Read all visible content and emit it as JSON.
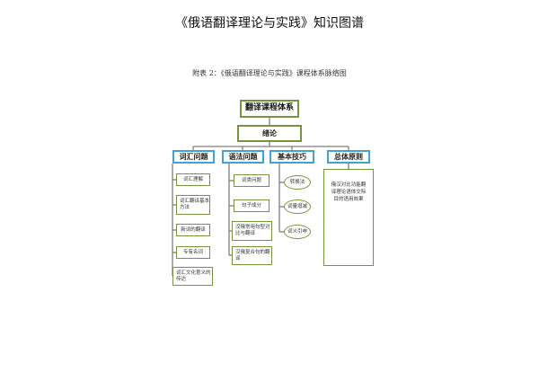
{
  "page": {
    "title": "《俄语翻译理论与实践》知识图谱",
    "caption": "附表 2：《俄语翻译理论与实践》课程体系脉络图"
  },
  "diagram": {
    "root": "翻译课程体系",
    "intro": "绪论",
    "categories": [
      {
        "label": "词汇问题",
        "items": [
          "词汇理解",
          "词汇翻译基本方法",
          "新词的翻译",
          "专有名词",
          "词汇文化意义的传达"
        ]
      },
      {
        "label": "语法问题",
        "items": [
          "词类问题",
          "句子成分",
          "汉俄常用句型对比与翻译",
          "汉俄复合句的翻译"
        ]
      },
      {
        "label": "基本技巧",
        "items": [
          "转换法",
          "词量增减",
          "词义引申"
        ]
      },
      {
        "label": "总体原则",
        "items": [
          "俄汉对比功能翻译理论语体交际目的语用效果"
        ]
      }
    ]
  }
}
